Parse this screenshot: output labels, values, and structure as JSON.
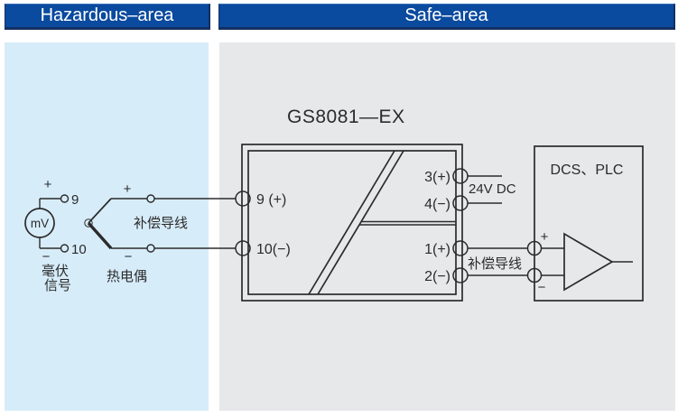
{
  "headers": {
    "hazardous": "Hazardous–area",
    "safe": "Safe–area"
  },
  "isolator": {
    "model": "GS8081—EX",
    "terminal_9": "9 (+)",
    "terminal_10": "10(−)",
    "terminal_3": "3(+)",
    "terminal_4": "4(−)",
    "terminal_1": "1(+)",
    "terminal_2": "2(−)"
  },
  "mv_source": {
    "symbol": "mV",
    "plus": "+",
    "minus": "−",
    "terminal_top": "9",
    "terminal_bottom": "10",
    "caption_line1": "毫伏",
    "caption_line2": "信号"
  },
  "thermocouple": {
    "plus": "+",
    "minus": "−",
    "compensation_wire": "补偿导线",
    "caption": "热电偶"
  },
  "power_supply": {
    "label": "24V DC"
  },
  "output": {
    "compensation_wire": "补偿导线",
    "receiver_title": "DCS、PLC",
    "plus": "+",
    "minus": "−"
  },
  "colors": {
    "header_blue": "#0a4a9f",
    "header_blue_dark": "#142f62",
    "hazardous_panel": "#d7ecf9",
    "safe_panel": "#e7e8ea",
    "line": "#2b2b2b"
  }
}
